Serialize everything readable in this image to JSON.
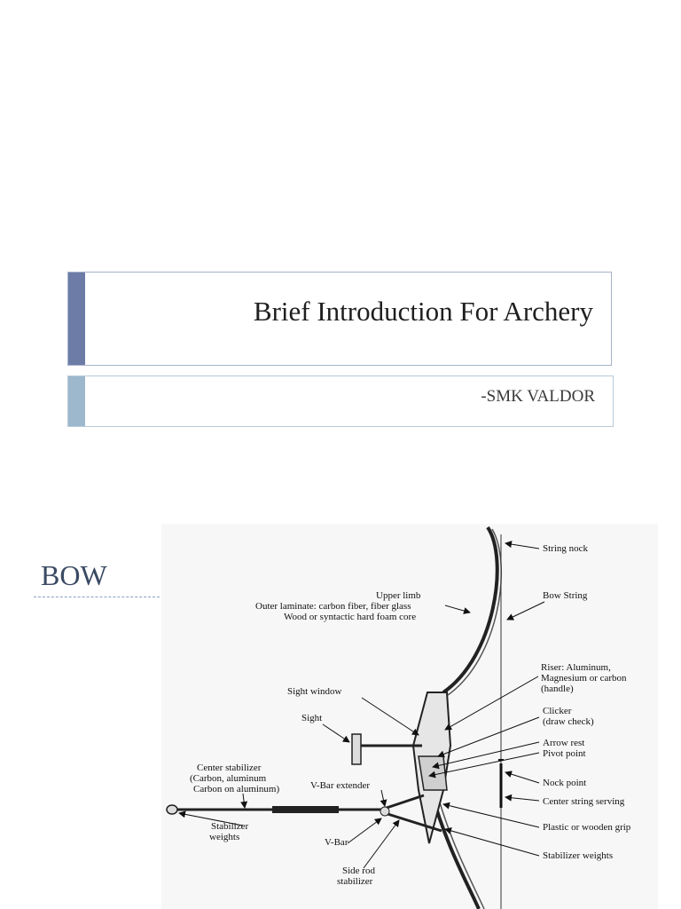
{
  "slide1": {
    "title": "Brief Introduction For Archery",
    "subtitle": "-SMK VALDOR",
    "colors": {
      "title_accent": "#6d7ca6",
      "subtitle_accent": "#9db8cc"
    }
  },
  "slide2": {
    "heading": "BOW",
    "labels": {
      "string_nock": "String nock",
      "upper_limb": "Upper limb",
      "outer_laminate": "Outer laminate: carbon fiber, fiber glass",
      "core": "Wood or syntactic hard foam core",
      "bow_string": "Bow String",
      "riser_1": "Riser: Aluminum,",
      "riser_2": "Magnesium or carbon",
      "riser_3": "(handle)",
      "sight_window": "Sight window",
      "sight": "Sight",
      "clicker_1": "Clicker",
      "clicker_2": "(draw check)",
      "arrow_rest": "Arrow rest",
      "pivot_point": "Pivot point",
      "center_stab_1": "Center stabilizer",
      "center_stab_2": "(Carbon, aluminum",
      "center_stab_3": "Carbon on aluminum)",
      "v_bar_extender": "V-Bar extender",
      "nock_point": "Nock point",
      "center_serving": "Center string serving",
      "grip": "Plastic or wooden grip",
      "stab_weights_left_1": "Stabilizer",
      "stab_weights_left_2": "weights",
      "v_bar": "V-Bar",
      "stab_weights_right": "Stabilizer  weights",
      "side_rod_1": "Side rod",
      "side_rod_2": "stabilizer"
    }
  }
}
